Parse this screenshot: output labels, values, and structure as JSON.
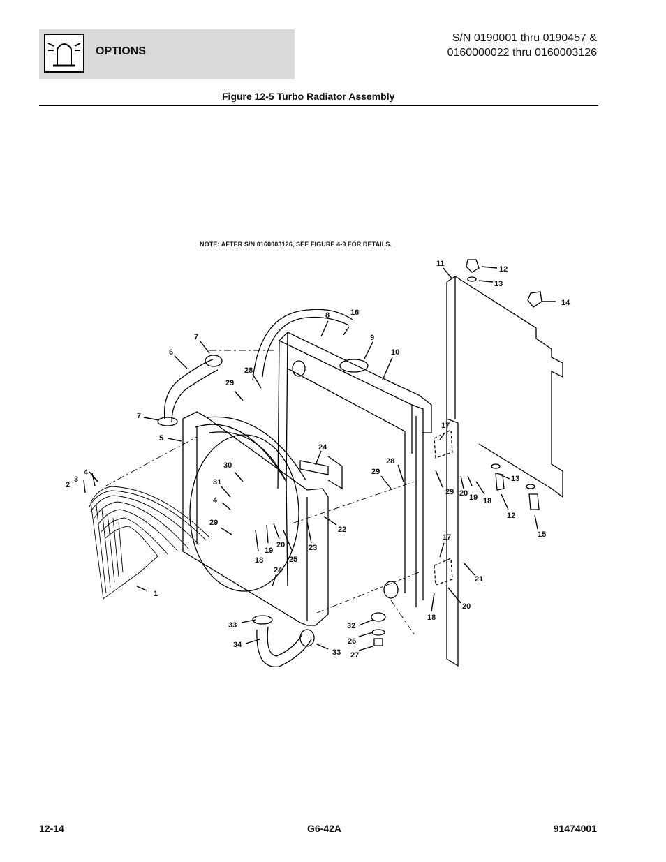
{
  "header": {
    "section": "OPTIONS",
    "icon": "beacon-light-icon",
    "serial_line1": "S/N 0190001 thru 0190457 &",
    "serial_line2": "0160000022 thru 0160003126"
  },
  "figure": {
    "title": "Figure 12-5 Turbo Radiator Assembly",
    "note": "NOTE:   AFTER S/N 0160003126, SEE FIGURE 4-9 FOR DETAILS."
  },
  "callouts": [
    "1",
    "2",
    "3",
    "4",
    "5",
    "6",
    "7",
    "7",
    "8",
    "9",
    "10",
    "11",
    "12",
    "12",
    "13",
    "13",
    "14",
    "15",
    "16",
    "17",
    "17",
    "18",
    "18",
    "18",
    "19",
    "19",
    "20",
    "20",
    "20",
    "21",
    "22",
    "23",
    "24",
    "24",
    "25",
    "26",
    "27",
    "28",
    "28",
    "29",
    "29",
    "29",
    "29",
    "30",
    "31",
    "32",
    "33",
    "33",
    "34",
    "4"
  ],
  "footer": {
    "page": "12-14",
    "model": "G6-42A",
    "doc_number": "91474001"
  }
}
